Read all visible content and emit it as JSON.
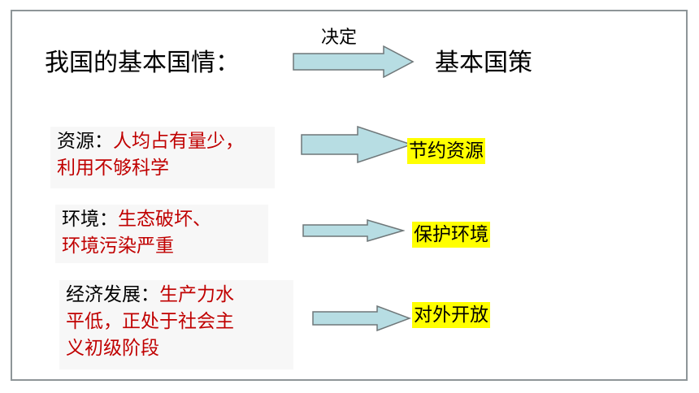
{
  "header": {
    "left_title": "我国的基本国情：",
    "arrow_label": "决定",
    "right_title": "基本国策"
  },
  "rows": [
    {
      "key": "资源：",
      "value_line1": "人均占有量少，",
      "value_line2": "利用不够科学",
      "policy": "节约资源"
    },
    {
      "key": "环境：",
      "value_line1": "生态破坏、",
      "value_line2": "环境污染严重",
      "policy": "保护环境"
    },
    {
      "key": "经济发展：",
      "value_line1": "生产力水",
      "value_line2": "平低，正处于社会主",
      "value_line3": "义初级阶段",
      "policy": "对外开放"
    }
  ],
  "colors": {
    "arrow_fill": "#b7dde3",
    "arrow_stroke": "#6f7779",
    "highlight": "#ffff00",
    "value_text": "#c00000",
    "frame": "#8e9598"
  }
}
